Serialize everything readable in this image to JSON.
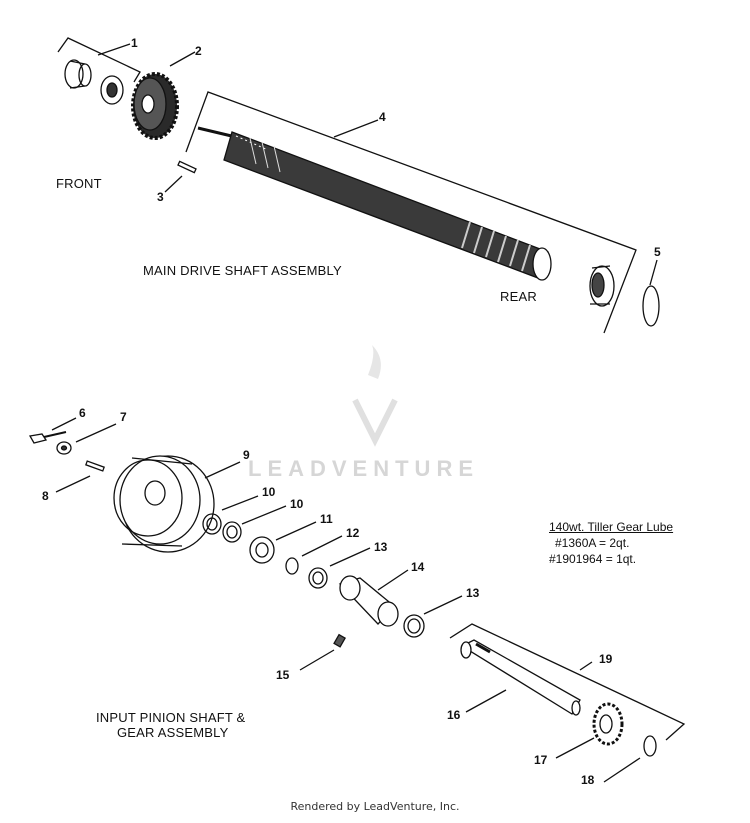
{
  "labels": {
    "front": "FRONT",
    "rear": "REAR",
    "main_assembly": "MAIN DRIVE SHAFT ASSEMBLY",
    "input_assembly_line1": "INPUT PINION SHAFT &",
    "input_assembly_line2": "GEAR ASSEMBLY"
  },
  "lube_note": {
    "title": "140wt. Tiller Gear Lube",
    "line1": "#1360A = 2qt.",
    "line2": "#1901964 = 1qt."
  },
  "callouts": [
    "1",
    "2",
    "3",
    "4",
    "5",
    "6",
    "7",
    "8",
    "9",
    "10",
    "10",
    "11",
    "12",
    "13",
    "14",
    "13",
    "15",
    "16",
    "17",
    "18",
    "19"
  ],
  "watermark": "LEADVENTURE",
  "footer": "Rendered by LeadVenture, Inc."
}
